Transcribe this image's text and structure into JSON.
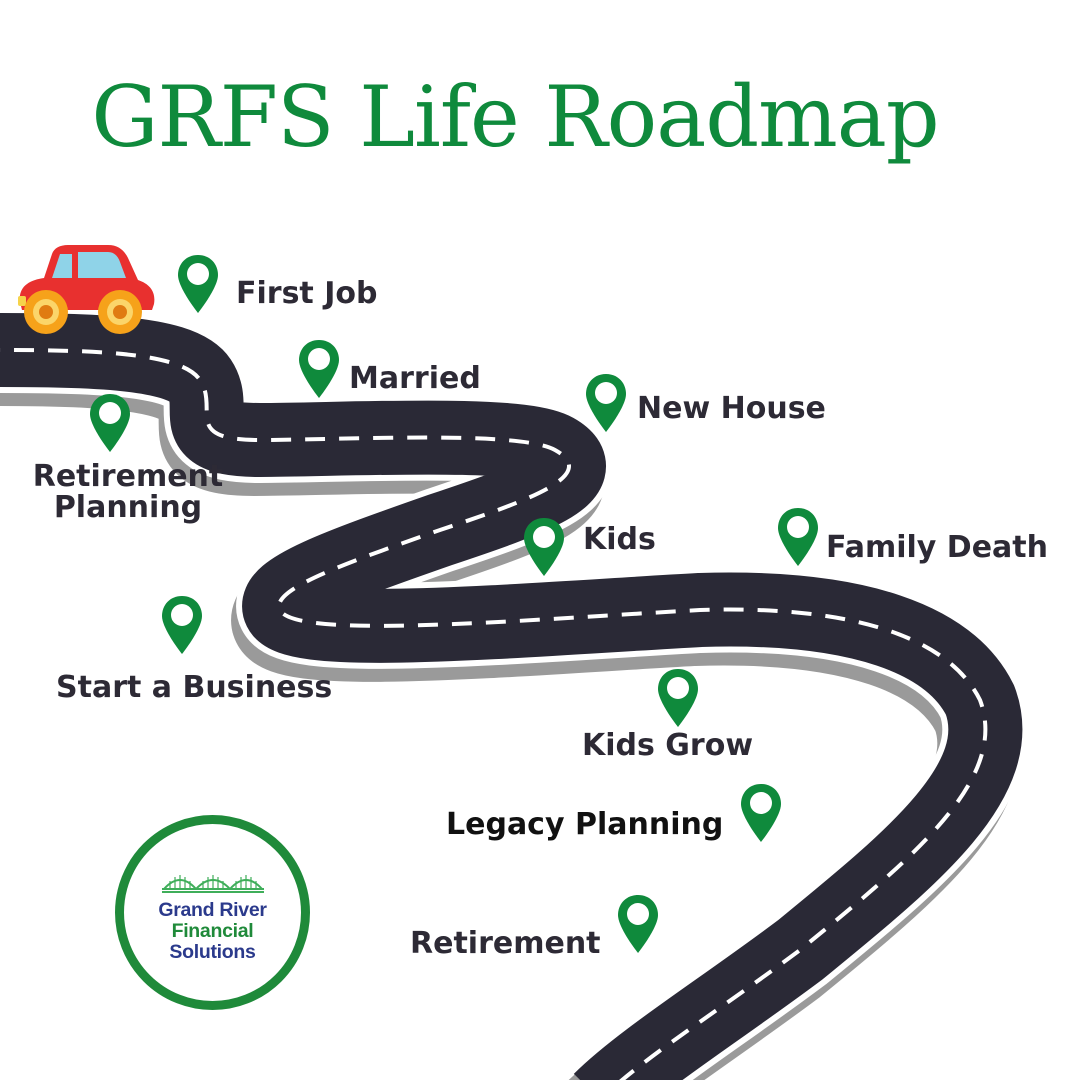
{
  "title": "GRFS Life Roadmap",
  "milestones": [
    {
      "label": "First Job"
    },
    {
      "label": "Married"
    },
    {
      "label": "New House"
    },
    {
      "label": "Retirement Planning"
    },
    {
      "label": "Kids"
    },
    {
      "label": "Family Death"
    },
    {
      "label": "Start a Business"
    },
    {
      "label": "Kids Grow"
    },
    {
      "label": "Legacy Planning"
    },
    {
      "label": "Retirement"
    }
  ],
  "logo": {
    "line1": "Grand River",
    "line2": "Financial",
    "line3": "Solutions"
  },
  "colors": {
    "title": "#0f8a3c",
    "pin": "#0f8a3c",
    "road": "#2a2936",
    "road_shadow": "#9a9a9a",
    "road_dash": "#ffffff",
    "label": "#2d2a35",
    "car_body": "#e8302f",
    "car_wheel": "#f6a21a",
    "logo_ring": "#1f8a3a",
    "logo_blue": "#2b3a8c",
    "logo_green": "#1f8a3a"
  },
  "icons": [
    "map-pin-icon",
    "car-icon",
    "bridge-icon"
  ]
}
